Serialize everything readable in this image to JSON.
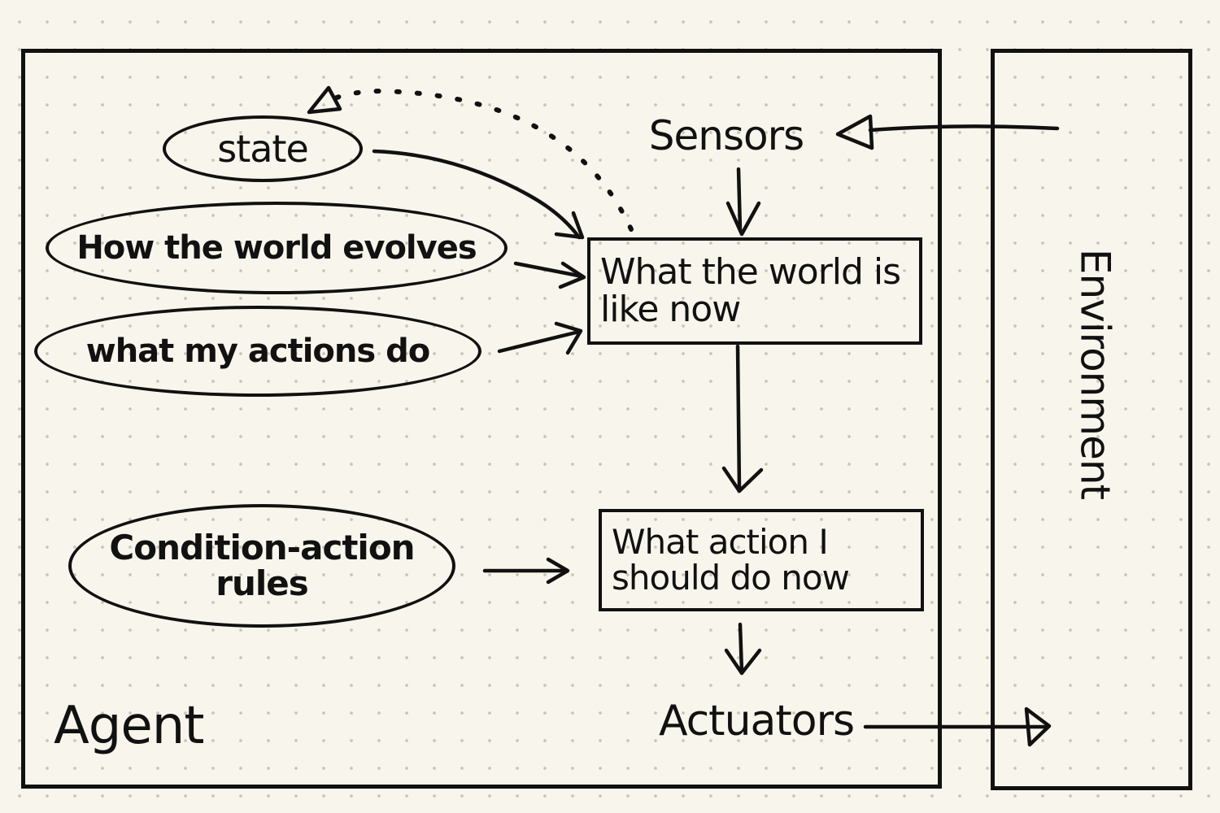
{
  "agent": {
    "label": "Agent"
  },
  "environment": {
    "label": "Environment"
  },
  "nodes": {
    "state": "state",
    "world_evolves": "How the world evolves",
    "actions_do": "what my actions do",
    "rules": "Condition-action rules",
    "sensors": "Sensors",
    "world_now": "What the world is like now",
    "action_now": "What action I should do now",
    "actuators": "Actuators"
  },
  "colors": {
    "ink": "#111111",
    "paper": "#f8f6ec",
    "dot": "#c9c6b8"
  }
}
